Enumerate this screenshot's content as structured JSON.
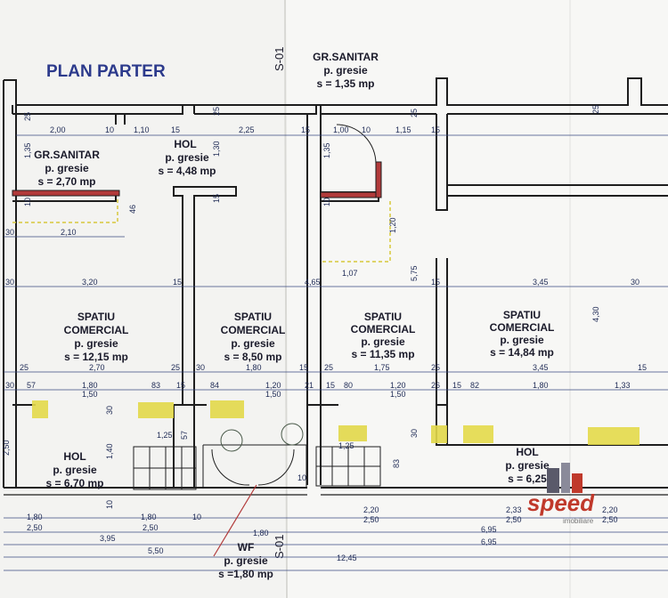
{
  "title": "PLAN PARTER",
  "section_marks": [
    "S-01",
    "S-01"
  ],
  "rooms": [
    {
      "name": "GR.SANITAR",
      "floor": "p. gresie",
      "area": "s = 2,70 mp"
    },
    {
      "name": "HOL",
      "floor": "p. gresie",
      "area": "s = 4,48 mp"
    },
    {
      "name": "GR.SANITAR",
      "floor": "p. gresie",
      "area": "s = 1,35 mp"
    },
    {
      "name_line1": "SPATIU",
      "name_line2": "COMERCIAL",
      "floor": "p. gresie",
      "area": "s = 12,15 mp"
    },
    {
      "name_line1": "SPATIU",
      "name_line2": "COMERCIAL",
      "floor": "p. gresie",
      "area": "s = 8,50 mp"
    },
    {
      "name_line1": "SPATIU",
      "name_line2": "COMERCIAL",
      "floor": "p. gresie",
      "area": "s = 11,35 mp"
    },
    {
      "name_line1": "SPATIU",
      "name_line2": "COMERCIAL",
      "floor": "p. gresie",
      "area": "s = 14,84 mp"
    },
    {
      "name": "HOL",
      "floor": "p. gresie",
      "area": "s = 6,70 mp"
    },
    {
      "name": "HOL",
      "floor": "p. gresie",
      "area": "s = 6,25"
    },
    {
      "name": "WF",
      "floor": "p. gresie",
      "area": "s =1,80 mp"
    }
  ],
  "dimensions": {
    "top_row": [
      "2,00",
      "10",
      "1,10",
      "15",
      "2,25",
      "15",
      "1,00",
      "10",
      "1,15",
      "15"
    ],
    "row_30": [
      "30",
      "2,10",
      "30",
      "3,20",
      "15",
      "4,65",
      "1,07",
      "15",
      "3,45",
      "30"
    ],
    "mid_row": [
      "25",
      "2,70",
      "25",
      "30",
      "1,80",
      "15",
      "25",
      "1,75",
      "25",
      "3,45",
      "15"
    ],
    "lower_row": [
      "30",
      "57",
      "1,80",
      "1,50",
      "83",
      "15",
      "84",
      "1,20",
      "1,50",
      "21",
      "15",
      "80",
      "1,20",
      "1,50",
      "26",
      "15",
      "82",
      "1,80",
      "1,33"
    ],
    "bottom_rows": [
      "1,80",
      "2,50",
      "1,80",
      "2,50",
      "10",
      "1,80",
      "2,20",
      "2,50",
      "2,33",
      "2,50",
      "2,20",
      "2,50",
      "3,95",
      "6,95",
      "5,50",
      "6,95",
      "12,45"
    ],
    "verticals": [
      "25",
      "1,35",
      "10",
      "25",
      "1,30",
      "15",
      "1,35",
      "10",
      "1,20",
      "5,75",
      "25",
      "25",
      "4,30",
      "46",
      "30",
      "1,40",
      "57",
      "10",
      "83",
      "30",
      "2,50",
      "1,25",
      "1,25",
      "10"
    ]
  },
  "watermark": {
    "brand": "speed",
    "tagline": "imobiliare"
  },
  "colors": {
    "wall": "#1e1e1e",
    "sanitary_wall": "#b23a3a",
    "window": "#e3d94a",
    "dimension": "#1e2a55",
    "title": "#2c3a8c"
  }
}
